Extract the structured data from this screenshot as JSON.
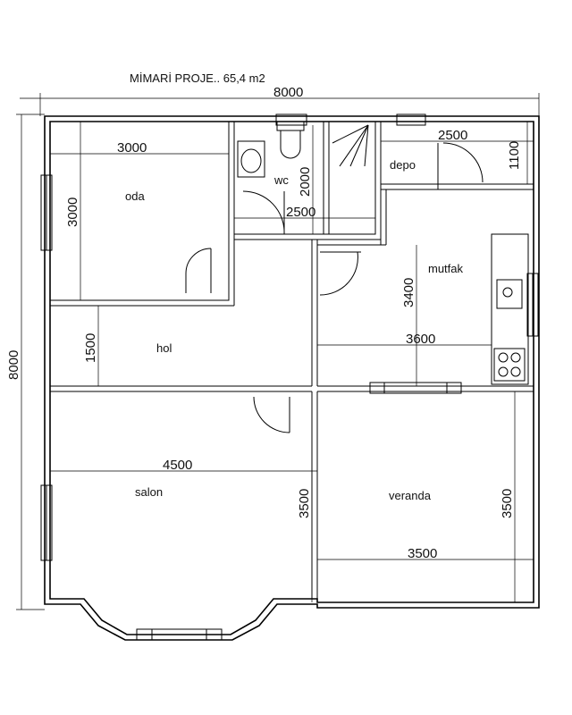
{
  "title": "MİMARİ PROJE.. 65,4 m2",
  "dimensions": {
    "overall_width": "8000",
    "overall_height": "8000",
    "oda_width": "3000",
    "oda_height": "3000",
    "wc_height": "2000",
    "wc_width": "2500",
    "depo_width": "2500",
    "depo_height": "1100",
    "mutfak_height": "3400",
    "mutfak_width": "3600",
    "hol_height": "1500",
    "salon_width": "4500",
    "salon_height": "3500",
    "veranda_height": "3500",
    "veranda_width": "3500"
  },
  "rooms": {
    "oda": "oda",
    "wc": "wc",
    "depo": "depo",
    "mutfak": "mutfak",
    "hol": "hol",
    "salon": "salon",
    "veranda": "veranda"
  }
}
